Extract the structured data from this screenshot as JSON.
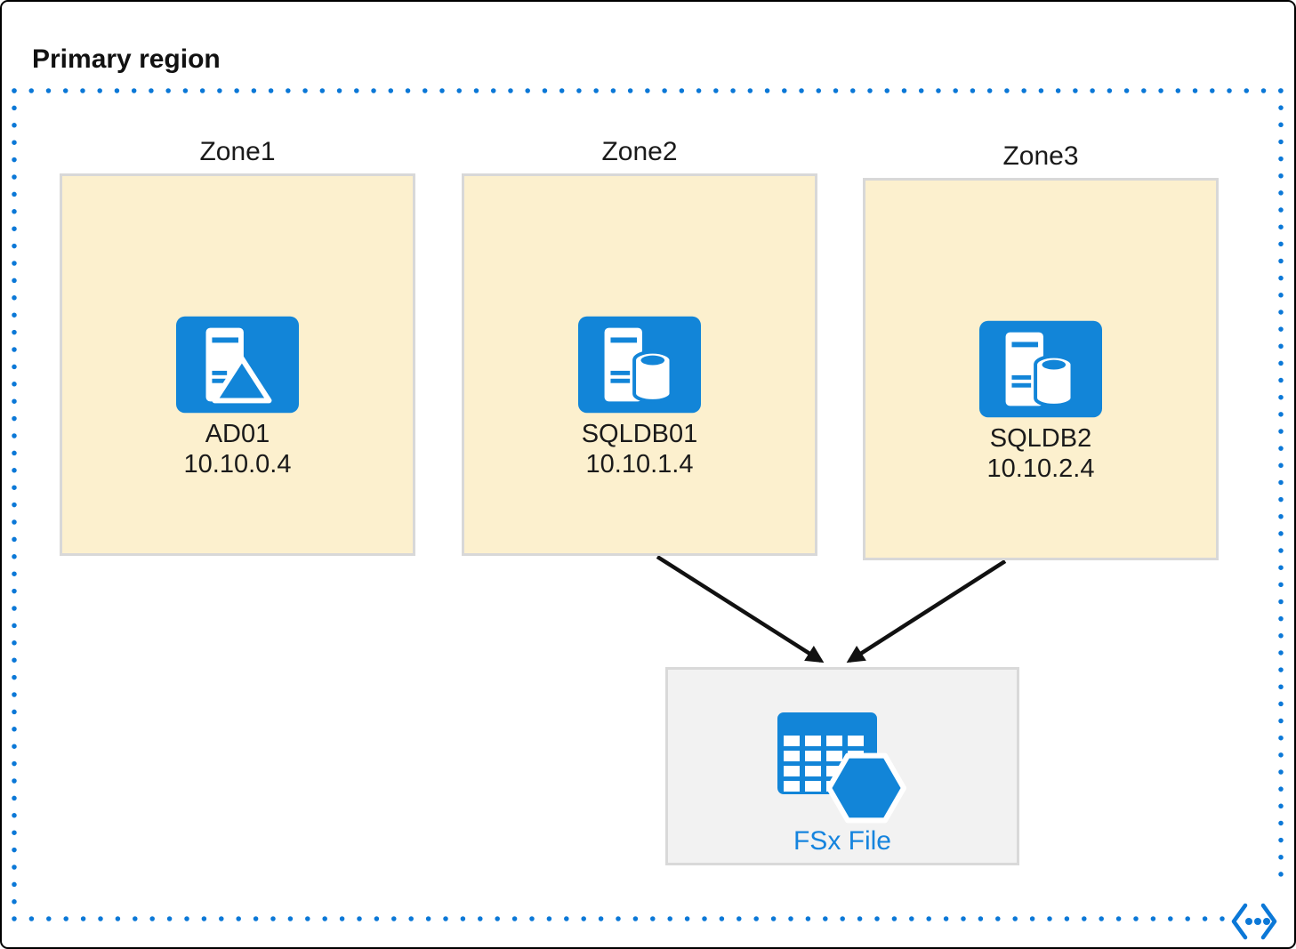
{
  "title": "Primary region",
  "zones": [
    {
      "label": "Zone1",
      "node": {
        "name": "AD01",
        "ip": "10.10.0.4",
        "icon": "vm-server-icon"
      }
    },
    {
      "label": "Zone2",
      "node": {
        "name": "SQLDB01",
        "ip": "10.10.1.4",
        "icon": "sql-server-icon"
      }
    },
    {
      "label": "Zone3",
      "node": {
        "name": "SQLDB2",
        "ip": "10.10.2.4",
        "icon": "sql-server-icon"
      }
    }
  ],
  "storage": {
    "label": "FSx File",
    "icon": "fsx-file-icon"
  },
  "connections": [
    {
      "from": "SQLDB01",
      "to": "FSx File"
    },
    {
      "from": "SQLDB2",
      "to": "FSx File"
    }
  ],
  "corner_icon": "vnet-corner-icon",
  "colors": {
    "region_border": "#0b78d7",
    "zone_fill": "#fcf0ce",
    "zone_border": "#d8d8d8",
    "icon_blue": "#1285d8",
    "storage_fill": "#f2f2f2",
    "storage_border": "#d9d9d9",
    "storage_label_color": "#1584de",
    "arrow_color": "#111111",
    "text_color": "#1a1a1a"
  }
}
